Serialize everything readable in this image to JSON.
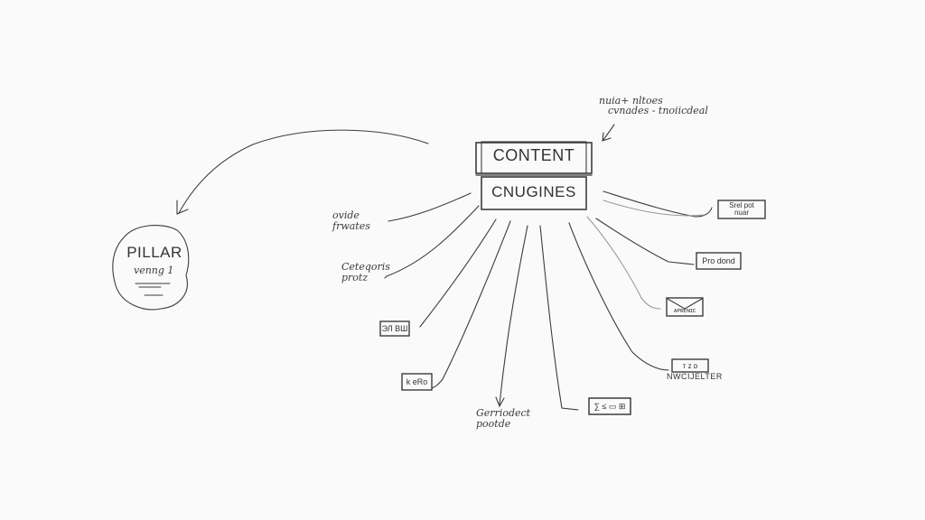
{
  "diagram": {
    "central_node": {
      "line1": "CONTENT",
      "line2": "CNUGINES"
    },
    "top_annotation": {
      "line1": "nuia+ nltoes",
      "line2": "cvnades - tnoiicdeal"
    },
    "pillar_node": {
      "title": "PILLAR",
      "subtitle": "venng 1"
    },
    "left_labels": [
      {
        "id": "guide",
        "text": "ovide\nfrwates"
      },
      {
        "id": "category",
        "text": "Ceteqoris\nprotz"
      }
    ],
    "left_boxes": [
      {
        "id": "box-a",
        "text": "ЭЛ ВШ"
      },
      {
        "id": "box-b",
        "text": "k eRo"
      }
    ],
    "bottom_label": {
      "text": "Gerriodect\npootde"
    },
    "bottom_box": {
      "text": "∑ ≤ ▭ ⊞"
    },
    "right_boxes": [
      {
        "id": "social",
        "text": "Srel pot\nnuar"
      },
      {
        "id": "pro",
        "text": "Pro dond"
      },
      {
        "id": "email",
        "text": "ᴀᴘʀᴇɴɪᴄ"
      },
      {
        "id": "newsletter",
        "text": "ᴛ ᴢ ᴅ"
      }
    ],
    "newsletter_label": "NWCIJELTER"
  },
  "colors": {
    "background": "#fafafa",
    "stroke": "#3a3a3a",
    "light_stroke": "#9a9a9a"
  }
}
